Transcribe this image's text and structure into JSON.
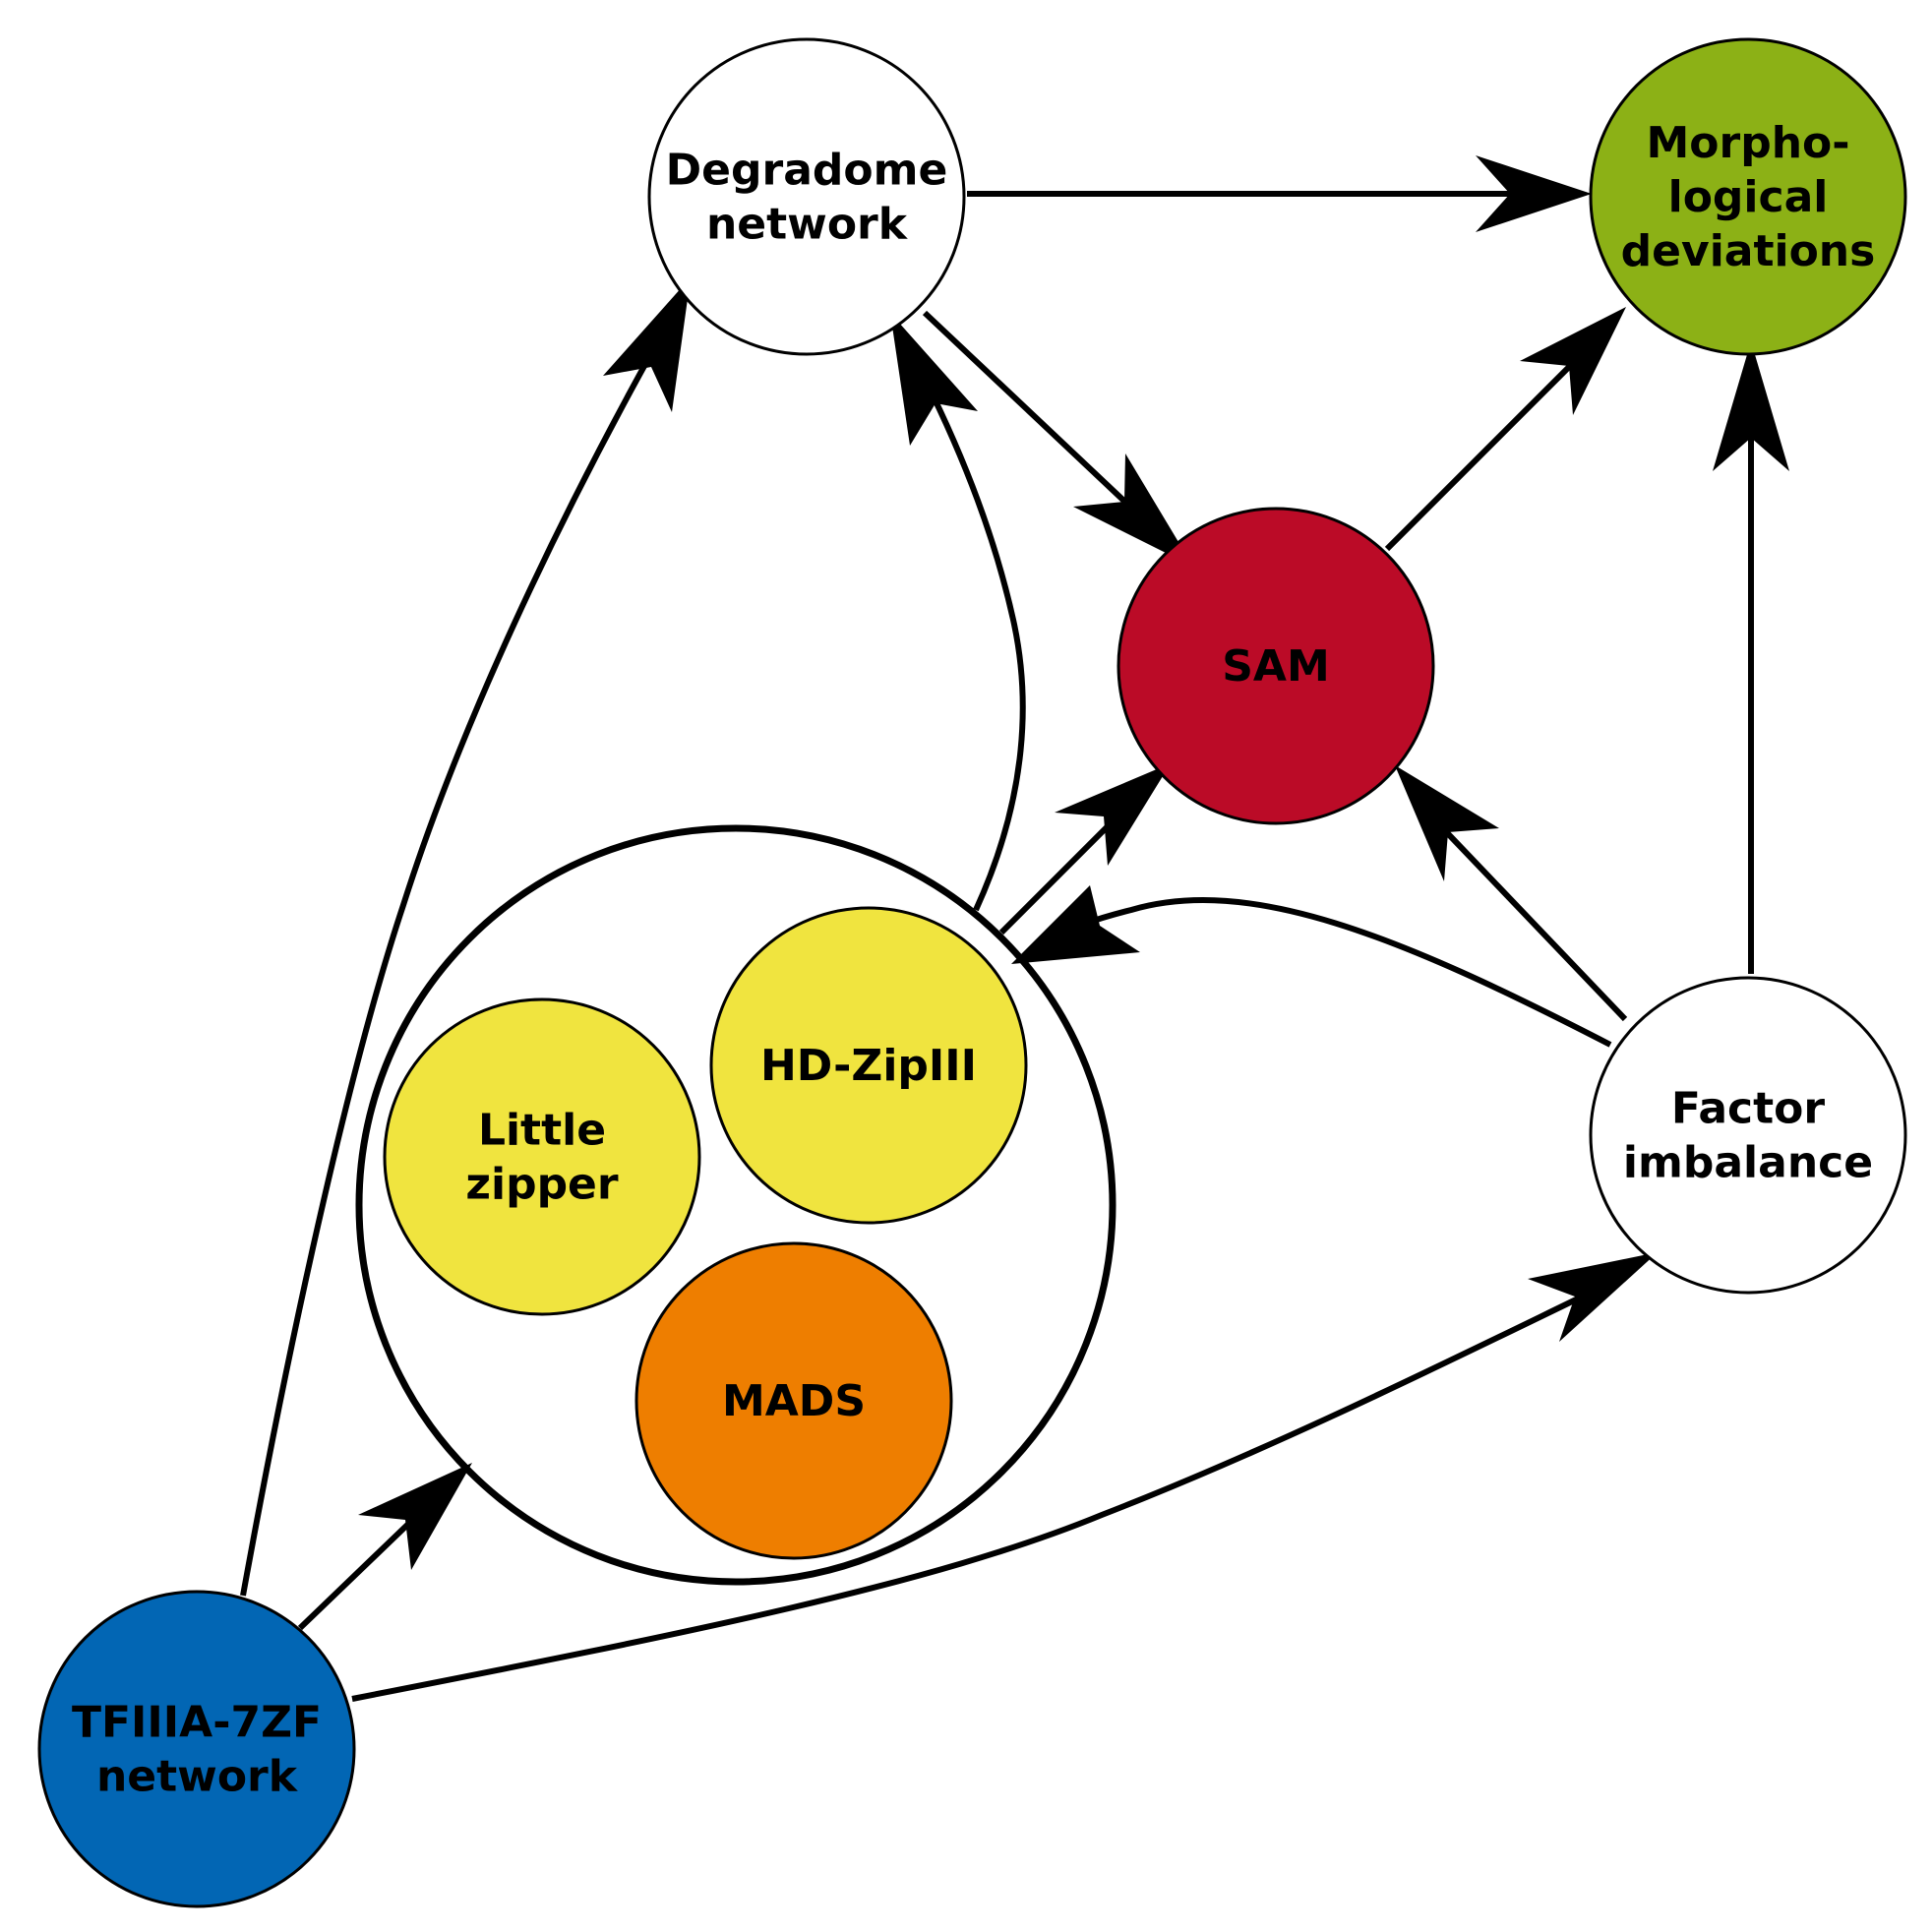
{
  "nodes": {
    "degradome": {
      "label_lines": [
        "Degradome",
        "network"
      ],
      "color": "#ffffff"
    },
    "morpho": {
      "label_lines": [
        "Morpho-",
        "logical",
        "deviations"
      ],
      "color": "#8cb116"
    },
    "sam": {
      "label_lines": [
        "SAM"
      ],
      "color": "#bb0b27"
    },
    "little_zipper": {
      "label_lines": [
        "Little",
        "zipper"
      ],
      "color": "#f0e43f"
    },
    "hdzip": {
      "label_lines": [
        "HD-ZipIII"
      ],
      "color": "#f0e43f"
    },
    "mads": {
      "label_lines": [
        "MADS"
      ],
      "color": "#ee7e00"
    },
    "factor": {
      "label_lines": [
        "Factor",
        "imbalance"
      ],
      "color": "#ffffff"
    },
    "tfiiia": {
      "label_lines": [
        "TFIIIA-7ZF",
        "network"
      ],
      "color": "#0266b4"
    }
  },
  "edges": [
    {
      "from": "degradome",
      "to": "morpho"
    },
    {
      "from": "degradome",
      "to": "sam"
    },
    {
      "from": "sam",
      "to": "morpho"
    },
    {
      "from": "factor",
      "to": "morpho"
    },
    {
      "from": "factor",
      "to": "sam"
    },
    {
      "from": "factor",
      "to": "regulator_group"
    },
    {
      "from": "regulator_group",
      "to": "sam"
    },
    {
      "from": "regulator_group",
      "to": "degradome"
    },
    {
      "from": "tfiiia",
      "to": "degradome"
    },
    {
      "from": "tfiiia",
      "to": "regulator_group"
    },
    {
      "from": "tfiiia",
      "to": "factor"
    }
  ]
}
